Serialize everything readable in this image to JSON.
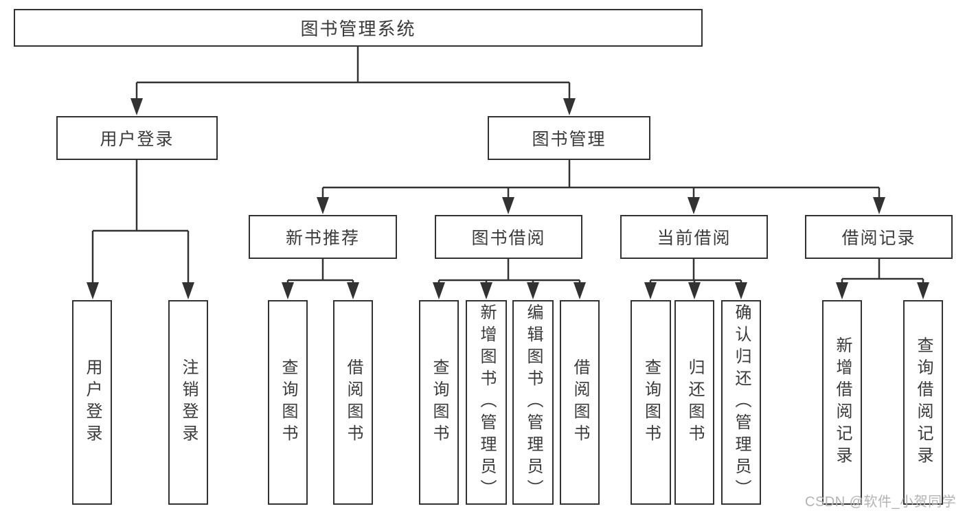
{
  "diagram_title": "图书管理系统",
  "watermark": "CSDN @软件_小贺同学",
  "colors": {
    "line": "#323232",
    "border": "#323232",
    "text": "#3a3a3a",
    "watermark": "#b3b3b3",
    "background": "#ffffff"
  },
  "tree": {
    "root": {
      "label": "图书管理系统"
    },
    "children": [
      {
        "label": "用户登录",
        "children": [
          {
            "label": "用户登录"
          },
          {
            "label": "注销登录"
          }
        ]
      },
      {
        "label": "图书管理",
        "children": [
          {
            "label": "新书推荐",
            "children": [
              {
                "label": "查询图书"
              },
              {
                "label": "借阅图书"
              }
            ]
          },
          {
            "label": "图书借阅",
            "children": [
              {
                "label": "查询图书"
              },
              {
                "label": "新增图书（管理员）"
              },
              {
                "label": "编辑图书（管理员）"
              },
              {
                "label": "借阅图书"
              }
            ]
          },
          {
            "label": "当前借阅",
            "children": [
              {
                "label": "查询图书"
              },
              {
                "label": "归还图书"
              },
              {
                "label": "确认归还（管理员）"
              }
            ]
          },
          {
            "label": "借阅记录",
            "children": [
              {
                "label": "新增借阅记录"
              },
              {
                "label": "查询借阅记录"
              }
            ]
          }
        ]
      }
    ]
  }
}
